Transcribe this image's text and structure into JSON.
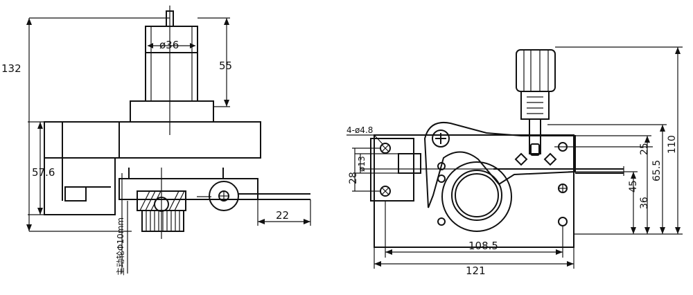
{
  "drawing": {
    "front_view": {
      "total_height": "132",
      "motor_diameter": "ø36",
      "motor_height": "55",
      "body_height": "57.6",
      "offset": "22",
      "vertical_note": "主动轮Φ10mm"
    },
    "side_view": {
      "holes": "4-ø4.8",
      "hole_spacing_v": "ø13",
      "height_28": "28",
      "width_108_5": "108.5",
      "width_121": "121",
      "height_110": "110",
      "height_65_5": "65.5",
      "height_45": "45",
      "height_36": "36",
      "height_25": "25"
    }
  }
}
